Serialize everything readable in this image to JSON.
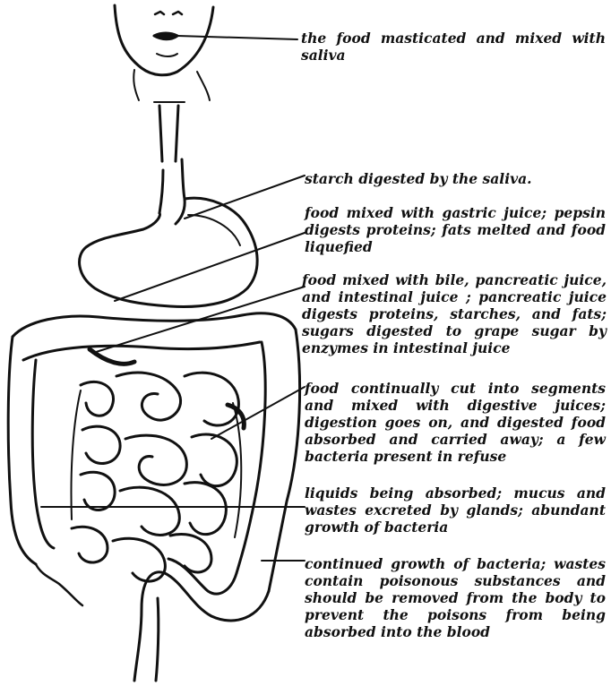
{
  "labels": {
    "mouth": "the food masticated and mixed with saliva",
    "esophagus": "starch digested by the saliva.",
    "stomach": "food mixed with gastric juice; pepsin digests proteins; fats melted and food liquefied",
    "duodenum": "food mixed with bile, pancreatic juice, and intestinal juice ; pancreatic juice digests proteins, starches, and fats; sugars digested to grape sugar by enzymes in intestinal juice",
    "small_intestine": "food continually cut into segments and mixed with digestive juices; digestion goes on, and digested food absorbed and carried away; a few bacteria present in refuse",
    "colon": "liquids being absorbed; mucus and wastes excreted by glands; abundant growth of bacteria",
    "rectum": "continued growth of bacteria; wastes contain poisonous substances and should be removed from the body to prevent the poisons from being absorbed into the blood"
  },
  "icons": [
    "face-icon",
    "esophagus-icon",
    "stomach-icon",
    "intestines-icon"
  ],
  "colors": {
    "ink": "#111111",
    "paper": "#ffffff"
  }
}
